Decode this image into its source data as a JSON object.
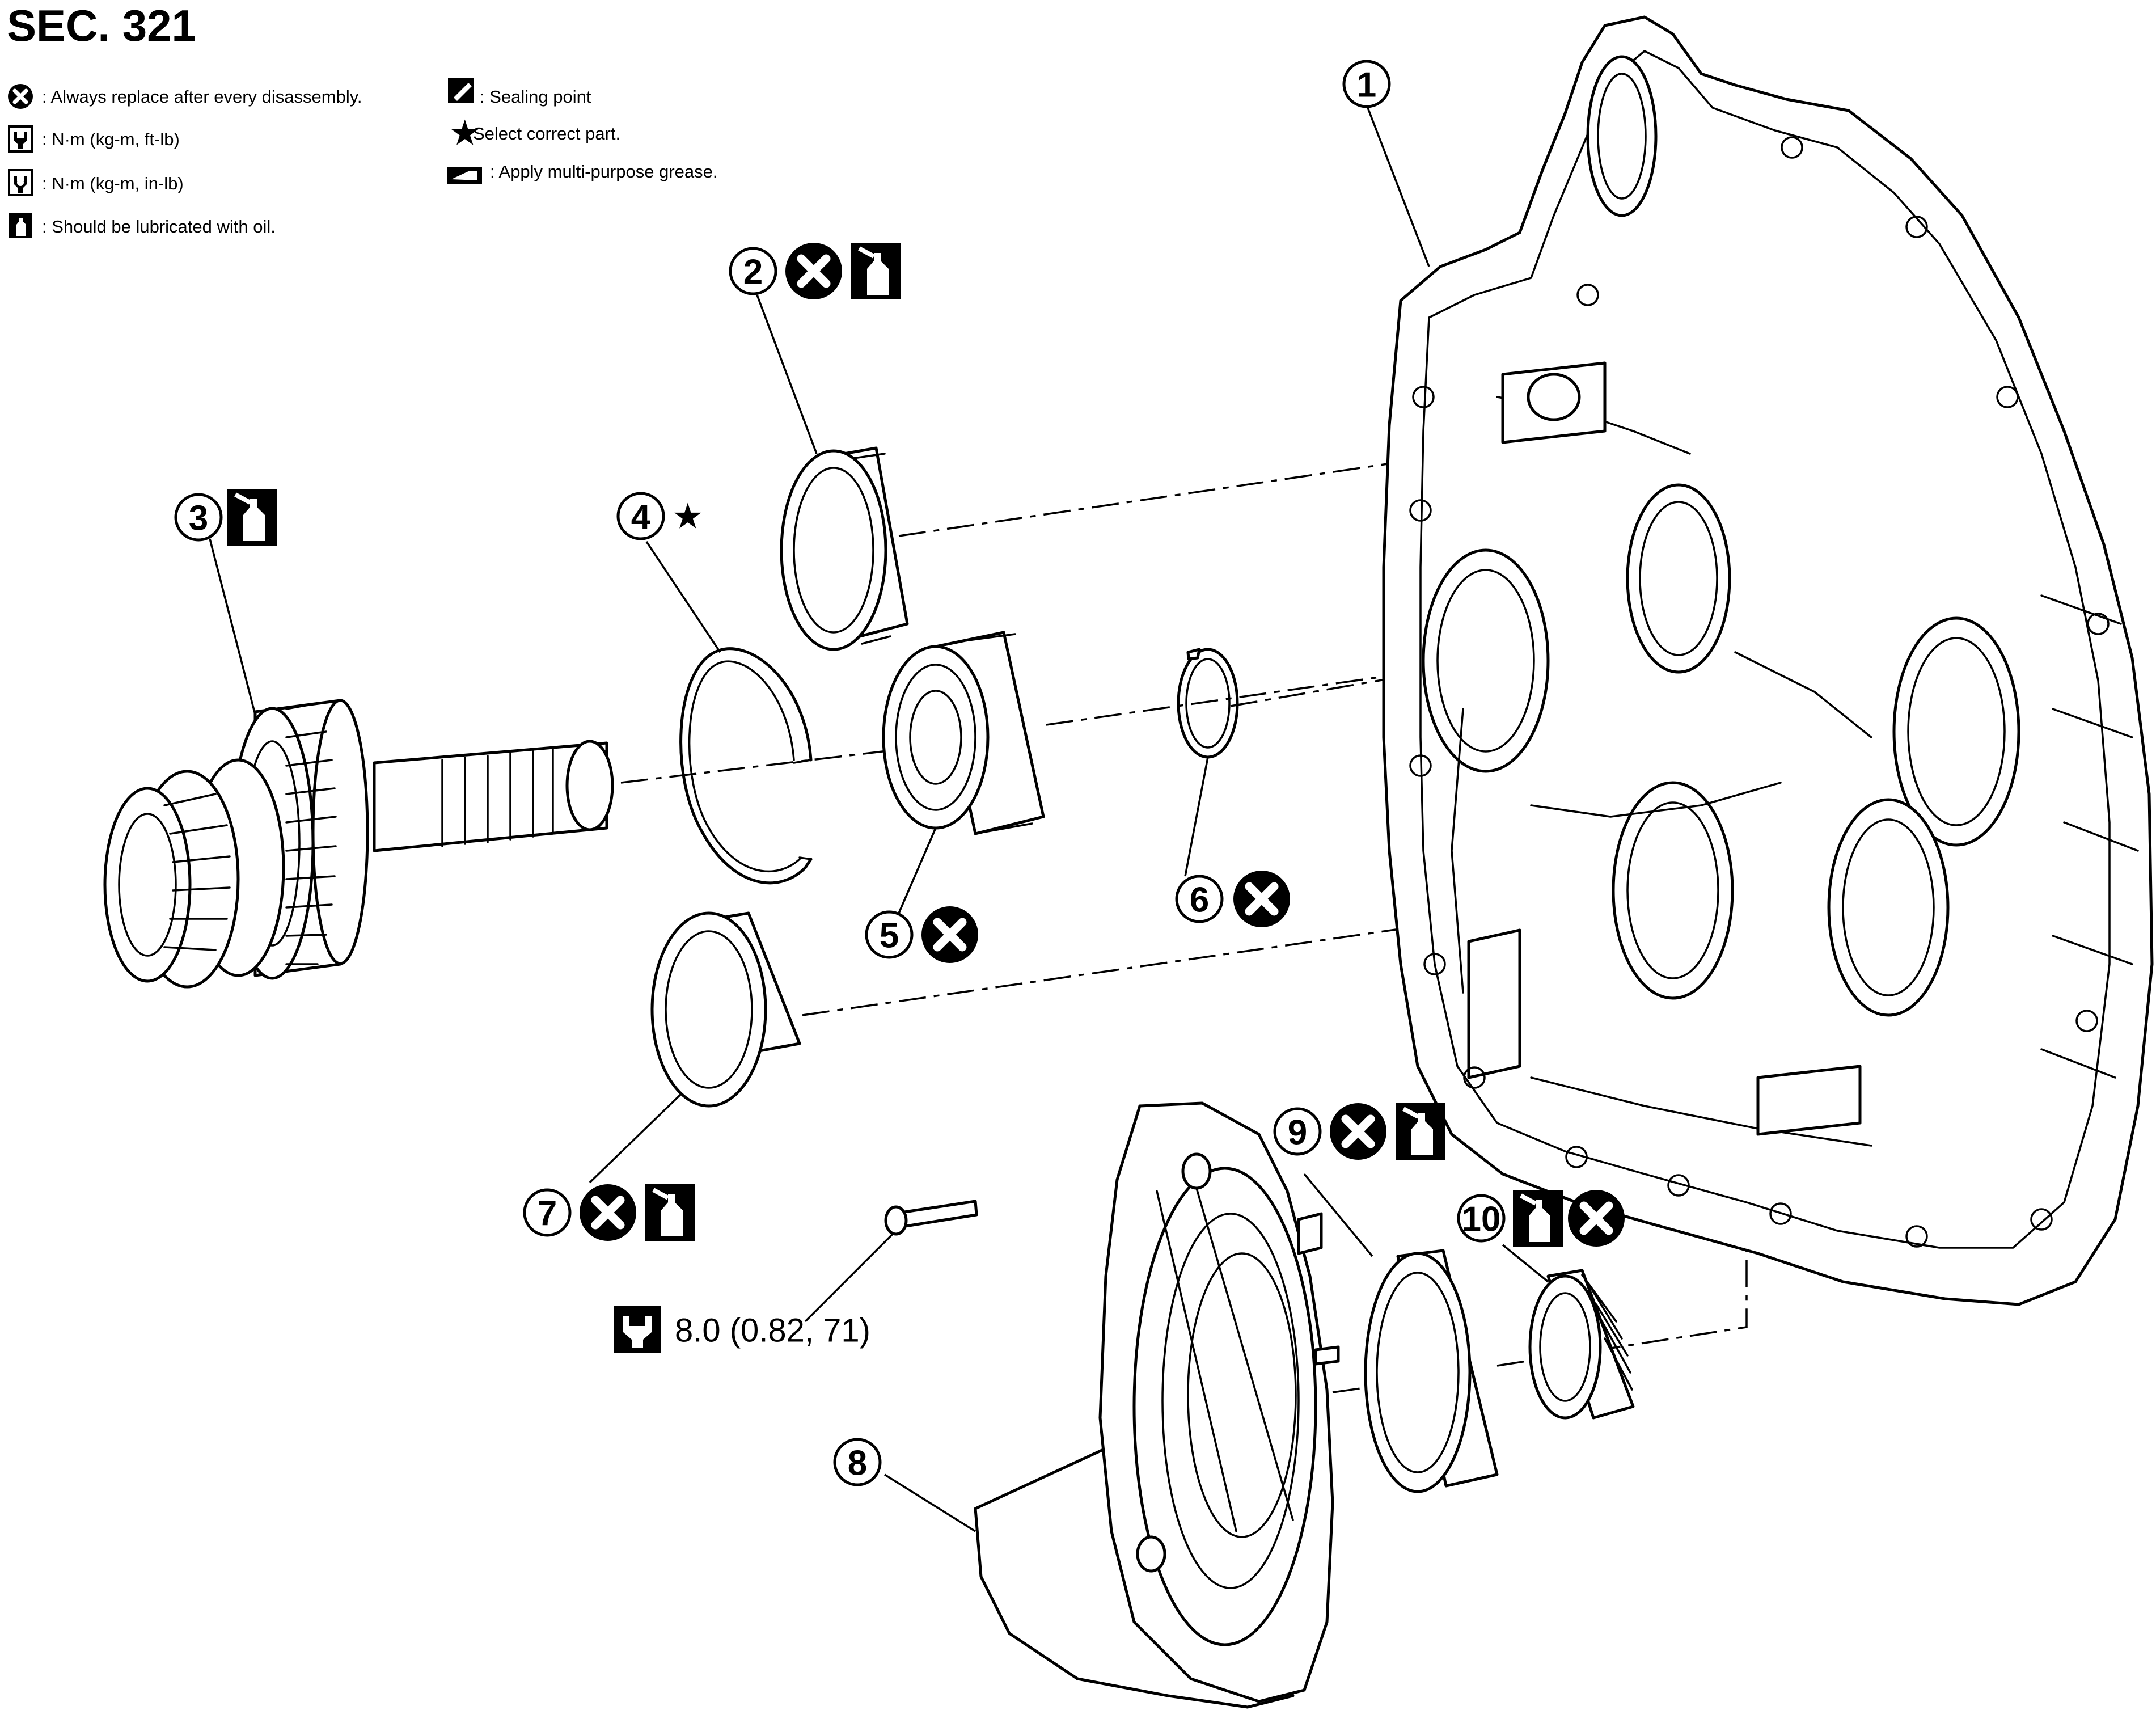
{
  "section_title": "SEC. 321",
  "legend": {
    "replace": ": Always replace after every disassembly.",
    "torque_ftlb": ": N·m (kg-m, ft-lb)",
    "torque_inlb": ": N·m (kg-m, in-lb)",
    "lubricate": ": Should be lubricated with oil.",
    "sealing": ": Sealing point",
    "select": "Select correct part.",
    "grease": ": Apply multi-purpose grease."
  },
  "callouts": {
    "c1": "1",
    "c2": "2",
    "c3": "3",
    "c4": "4",
    "c5": "5",
    "c6": "6",
    "c7": "7",
    "c8": "8",
    "c9": "9",
    "c10": "10"
  },
  "select_star": "★",
  "torque_spec": "8.0 (0.82, 71)",
  "icons": [
    "replace-x-icon",
    "wrench-icon",
    "wrench-in-lb-icon",
    "oil-can-icon",
    "sealant-icon",
    "star-icon",
    "grease-icon"
  ]
}
